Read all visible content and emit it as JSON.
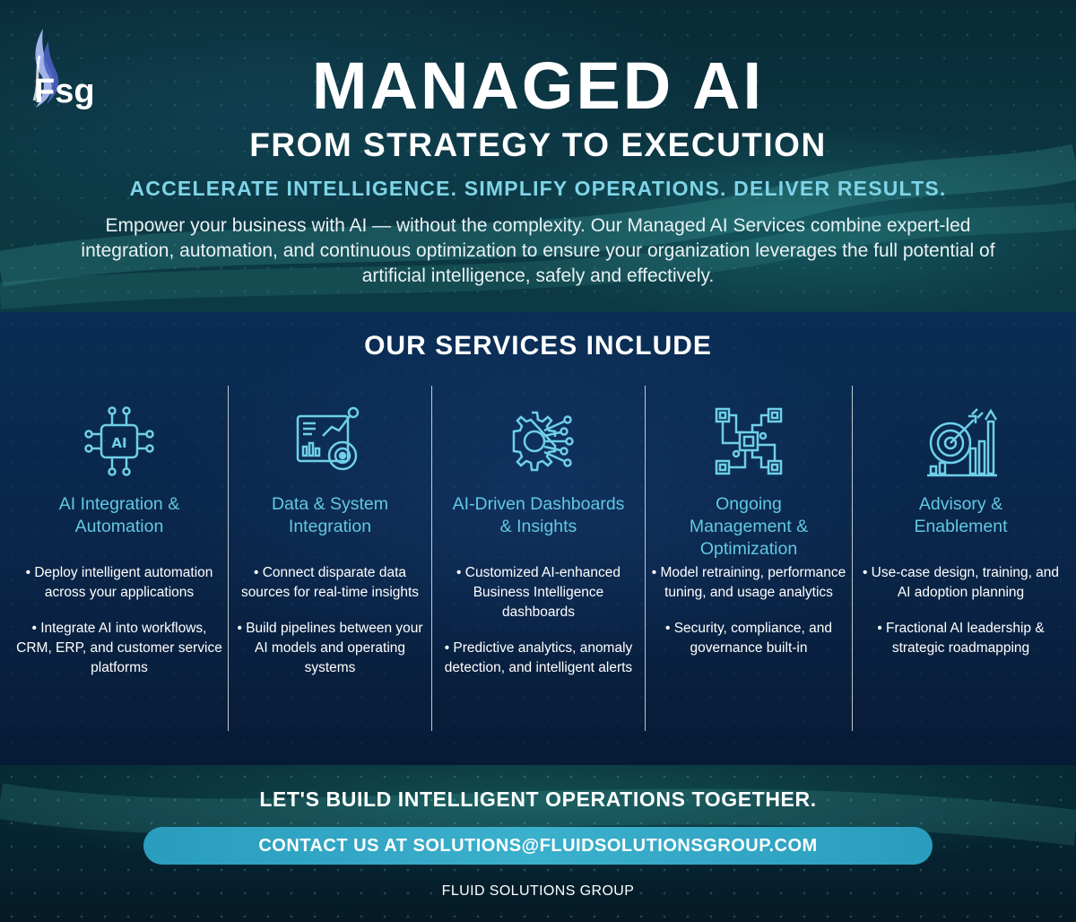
{
  "brand": {
    "logo_text": "Fsg",
    "company_name": "FLUID SOLUTIONS GROUP"
  },
  "header": {
    "title": "MANAGED AI",
    "subtitle": "FROM STRATEGY TO EXECUTION",
    "tagline": "ACCELERATE INTELLIGENCE. SIMPLIFY OPERATIONS. DELIVER RESULTS.",
    "intro": "Empower your business with AI — without the complexity. Our Managed AI Services combine expert-led integration, automation, and continuous optimization to ensure your organization leverages the full potential of artificial intelligence, safely and effectively."
  },
  "services": {
    "heading": "OUR SERVICES INCLUDE",
    "items": [
      {
        "icon": "ai-chip-icon",
        "title_line1": "AI Integration &",
        "title_line2": "Automation",
        "title_line3": "",
        "bullets": [
          "• Deploy intelligent automation across your applications",
          "• Integrate AI into workflows, CRM, ERP, and customer service platforms"
        ]
      },
      {
        "icon": "data-dashboard-icon",
        "title_line1": "Data & System",
        "title_line2": "Integration",
        "title_line3": "",
        "bullets": [
          "• Connect disparate data sources for real-time insights",
          "• Build pipelines between your AI models and operating systems"
        ]
      },
      {
        "icon": "gear-circuit-icon",
        "title_line1": "AI-Driven Dashboards",
        "title_line2": "& Insights",
        "title_line3": "",
        "bullets": [
          "• Customized AI-enhanced Business Intelligence dashboards",
          "• Predictive analytics, anomaly detection, and intelligent alerts"
        ]
      },
      {
        "icon": "circuit-network-icon",
        "title_line1": "Ongoing",
        "title_line2": "Management &",
        "title_line3": "Optimization",
        "bullets": [
          "• Model retraining, performance tuning, and usage analytics",
          "• Security, compliance, and governance built-in"
        ]
      },
      {
        "icon": "target-growth-icon",
        "title_line1": "Advisory &",
        "title_line2": "Enablement",
        "title_line3": "",
        "bullets": [
          "• Use-case design, training, and AI adoption planning",
          "• Fractional AI leadership & strategic roadmapping"
        ]
      }
    ]
  },
  "footer": {
    "cta": "LET'S BUILD INTELLIGENT OPERATIONS TOGETHER.",
    "contact_label": "CONTACT US AT SOLUTIONS@FLUIDSOLUTIONSGROUP.COM"
  },
  "colors": {
    "accent_cyan": "#62c8e2",
    "tagline_blue": "#7fd4e8",
    "button": "#2a9dbe",
    "mid_navy": "#0a2d55",
    "top_teal": "#0b3440"
  }
}
